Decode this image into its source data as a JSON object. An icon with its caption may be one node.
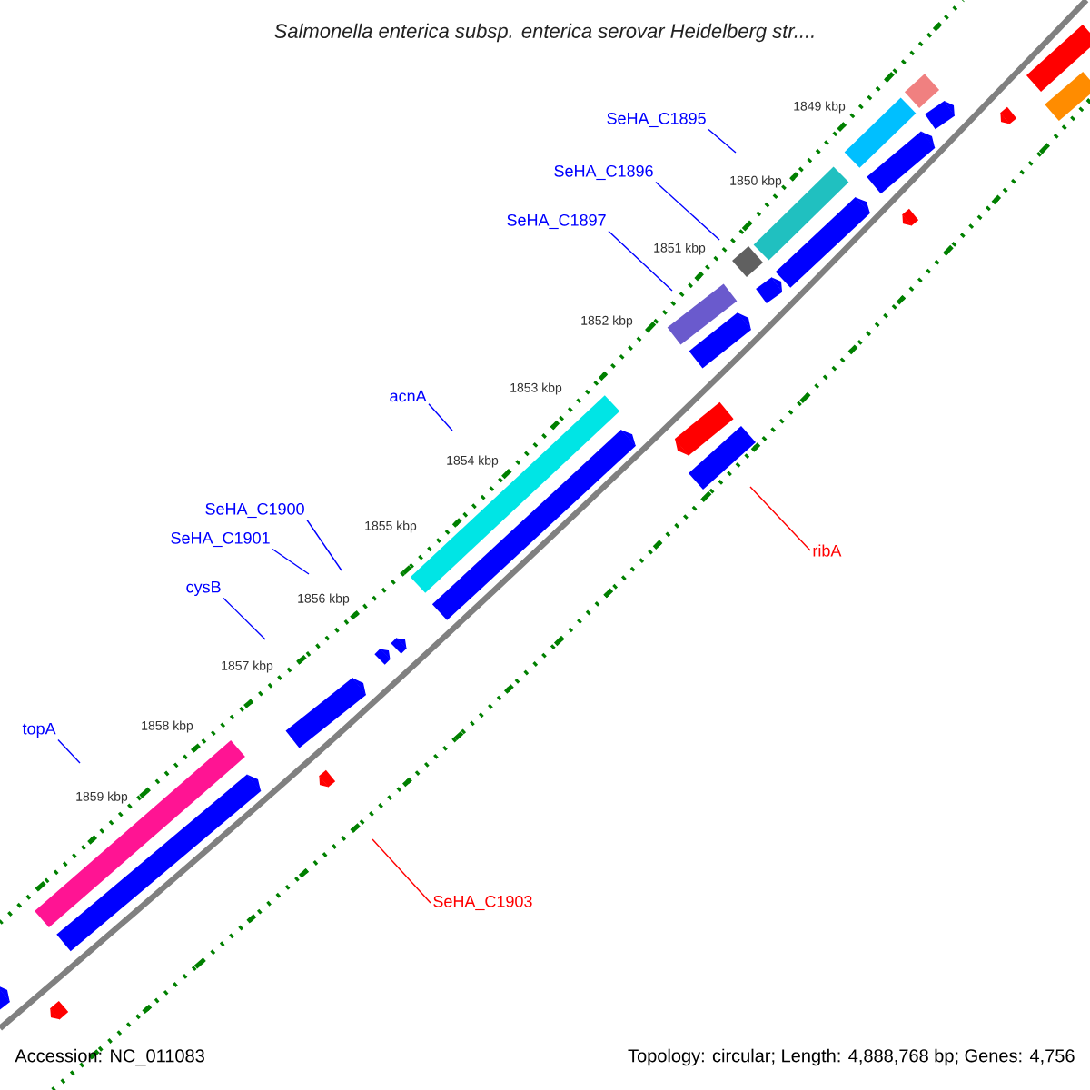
{
  "diagram": {
    "title": "Salmonella enterica subsp. enterica serovar Heidelberg str....",
    "nodes": [
      {
        "text": [
          "SeHA_C1895"
        ]
      },
      {
        "text": [
          "SeHA_C1896"
        ]
      },
      {
        "text": [
          "SeHA_C1897"
        ]
      },
      {
        "text": [
          "acnA"
        ]
      },
      {
        "text": [
          "SeHA_C1900"
        ]
      },
      {
        "text": [
          "SeHA_C1901"
        ]
      },
      {
        "text": [
          "ribA"
        ]
      },
      {
        "text": [
          "cysB"
        ]
      },
      {
        "text": [
          "topA"
        ]
      },
      {
        "text": [
          "SeHA_C1903"
        ]
      }
    ],
    "edges": [
      {
        "from": 0,
        "to": null,
        "arrow": "none"
      },
      {
        "from": 1,
        "to": null,
        "arrow": "none"
      },
      {
        "from": 2,
        "to": null,
        "arrow": "none"
      },
      {
        "from": 3,
        "to": null,
        "arrow": "none"
      },
      {
        "from": 4,
        "to": null,
        "arrow": "none"
      },
      {
        "from": 5,
        "to": null,
        "arrow": "none"
      },
      {
        "from": 6,
        "to": null,
        "arrow": "none",
        "color": "#ff0000"
      },
      {
        "from": 7,
        "to": null,
        "arrow": "none"
      },
      {
        "from": 8,
        "to": null,
        "arrow": "none"
      },
      {
        "from": 9,
        "to": null,
        "arrow": "none",
        "color": "#ff0000"
      }
    ],
    "labels": [
      "1849 kbp",
      "1850 kbp",
      "1851 kbp",
      "1852 kbp",
      "1853 kbp",
      "1854 kbp",
      "1855 kbp",
      "1856 kbp",
      "1857 kbp",
      "1858 kbp",
      "1859 kbp",
      "Accession: NC_011083",
      "Topology: circular; Length: 4,888,768 bp; Genes: 4,756"
    ]
  }
}
